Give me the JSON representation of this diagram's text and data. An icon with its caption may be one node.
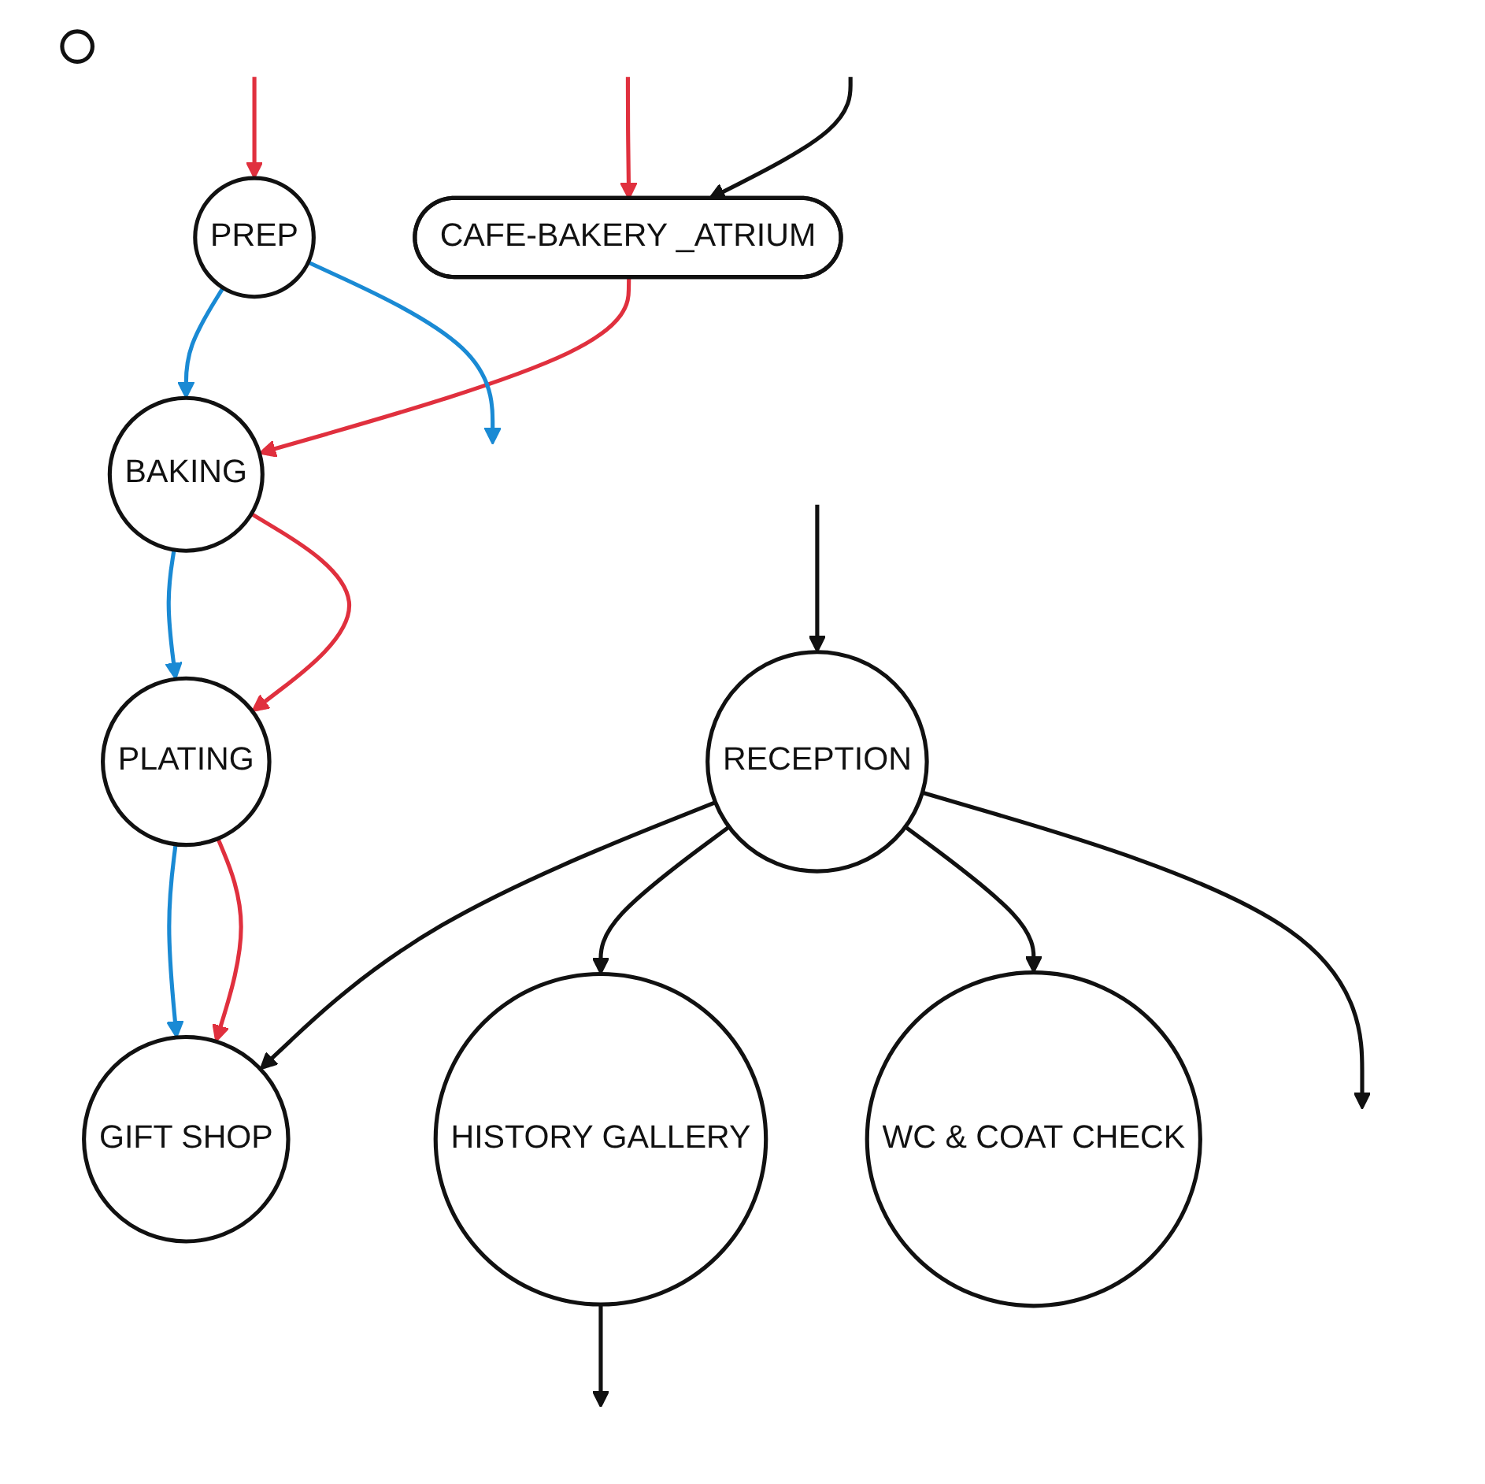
{
  "diagram": {
    "nodes": [
      {
        "text": [
          "BAKING"
        ]
      },
      {
        "text": [
          "PREP"
        ]
      },
      {
        "text": [
          "PLATING"
        ]
      },
      {
        "text": [
          "CAFE-BAKERY _ATRIUM"
        ]
      },
      {
        "text": [],
        "shape": "ellipse"
      },
      {
        "text": [
          "HISTORY GALLERY"
        ]
      },
      {
        "text": [
          "GIFT SHOP"
        ]
      },
      {
        "text": [
          "RECEPTION"
        ]
      },
      {
        "text": [
          "WC & COAT CHECK"
        ]
      }
    ],
    "edges": [
      {
        "from": 1,
        "to": 0,
        "arrow": "to",
        "color": "#1a8ad4"
      },
      {
        "from": 0,
        "to": 2,
        "arrow": "to",
        "color": "#1a8ad4"
      },
      {
        "from": 3,
        "to": 0,
        "arrow": "to",
        "color": "#e0303e"
      },
      {
        "from": 0,
        "to": 2,
        "arrow": "to",
        "color": "#e0303e"
      },
      {
        "from": null,
        "to": 3,
        "arrow": "to",
        "color": "#e0303e"
      },
      {
        "from": 2,
        "to": 6,
        "arrow": "to",
        "color": "#1a8ad4"
      },
      {
        "from": 2,
        "to": 6,
        "arrow": "to",
        "color": "#e0303e"
      },
      {
        "from": null,
        "to": 3,
        "arrow": "to"
      },
      {
        "from": null,
        "to": 1,
        "arrow": "to",
        "color": "#e0303e"
      },
      {
        "from": 1,
        "to": null,
        "arrow": "to",
        "color": "#1a8ad4"
      },
      {
        "from": 5,
        "to": null,
        "arrow": "to"
      },
      {
        "from": 7,
        "to": 6,
        "arrow": "to"
      },
      {
        "from": 7,
        "to": 5,
        "arrow": "to"
      },
      {
        "from": 7,
        "to": 8,
        "arrow": "to"
      },
      {
        "from": 7,
        "to": null,
        "arrow": "to"
      },
      {
        "from": null,
        "to": 7,
        "arrow": "to"
      }
    ]
  }
}
